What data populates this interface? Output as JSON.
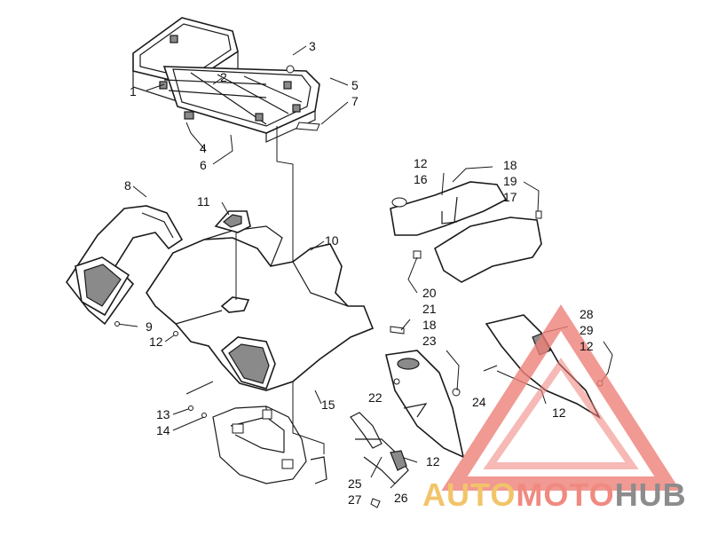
{
  "diagram": {
    "callouts": [
      {
        "id": "c1",
        "text": "1"
      },
      {
        "id": "c2",
        "text": "2"
      },
      {
        "id": "c3",
        "text": "3"
      },
      {
        "id": "c5",
        "text": "5"
      },
      {
        "id": "c7",
        "text": "7"
      },
      {
        "id": "c4",
        "text": "4"
      },
      {
        "id": "c6",
        "text": "6"
      },
      {
        "id": "c8",
        "text": "8"
      },
      {
        "id": "c11",
        "text": "11"
      },
      {
        "id": "c10",
        "text": "10"
      },
      {
        "id": "c9",
        "text": "9"
      },
      {
        "id": "c12a",
        "text": "12"
      },
      {
        "id": "c13",
        "text": "13"
      },
      {
        "id": "c14",
        "text": "14"
      },
      {
        "id": "c15",
        "text": "15"
      },
      {
        "id": "c12b",
        "text": "12"
      },
      {
        "id": "c16",
        "text": "16"
      },
      {
        "id": "c18a",
        "text": "18"
      },
      {
        "id": "c19",
        "text": "19"
      },
      {
        "id": "c17",
        "text": "17"
      },
      {
        "id": "c20",
        "text": "20"
      },
      {
        "id": "c21",
        "text": "21"
      },
      {
        "id": "c18b",
        "text": "18"
      },
      {
        "id": "c23",
        "text": "23"
      },
      {
        "id": "c22",
        "text": "22"
      },
      {
        "id": "c24",
        "text": "24"
      },
      {
        "id": "c28",
        "text": "28"
      },
      {
        "id": "c29",
        "text": "29"
      },
      {
        "id": "c12c",
        "text": "12"
      },
      {
        "id": "c12d",
        "text": "12"
      },
      {
        "id": "c12e",
        "text": "12"
      },
      {
        "id": "c25",
        "text": "25"
      },
      {
        "id": "c26",
        "text": "26"
      },
      {
        "id": "c27",
        "text": "27"
      }
    ]
  },
  "watermark": {
    "part1": "AUTO",
    "part2": "MOTO",
    "part3": "HUB",
    "colors": {
      "auto": "#f2c46a",
      "moto": "#f08a80",
      "hub": "#8c8c8c",
      "triangle": "#ee7f78"
    }
  }
}
